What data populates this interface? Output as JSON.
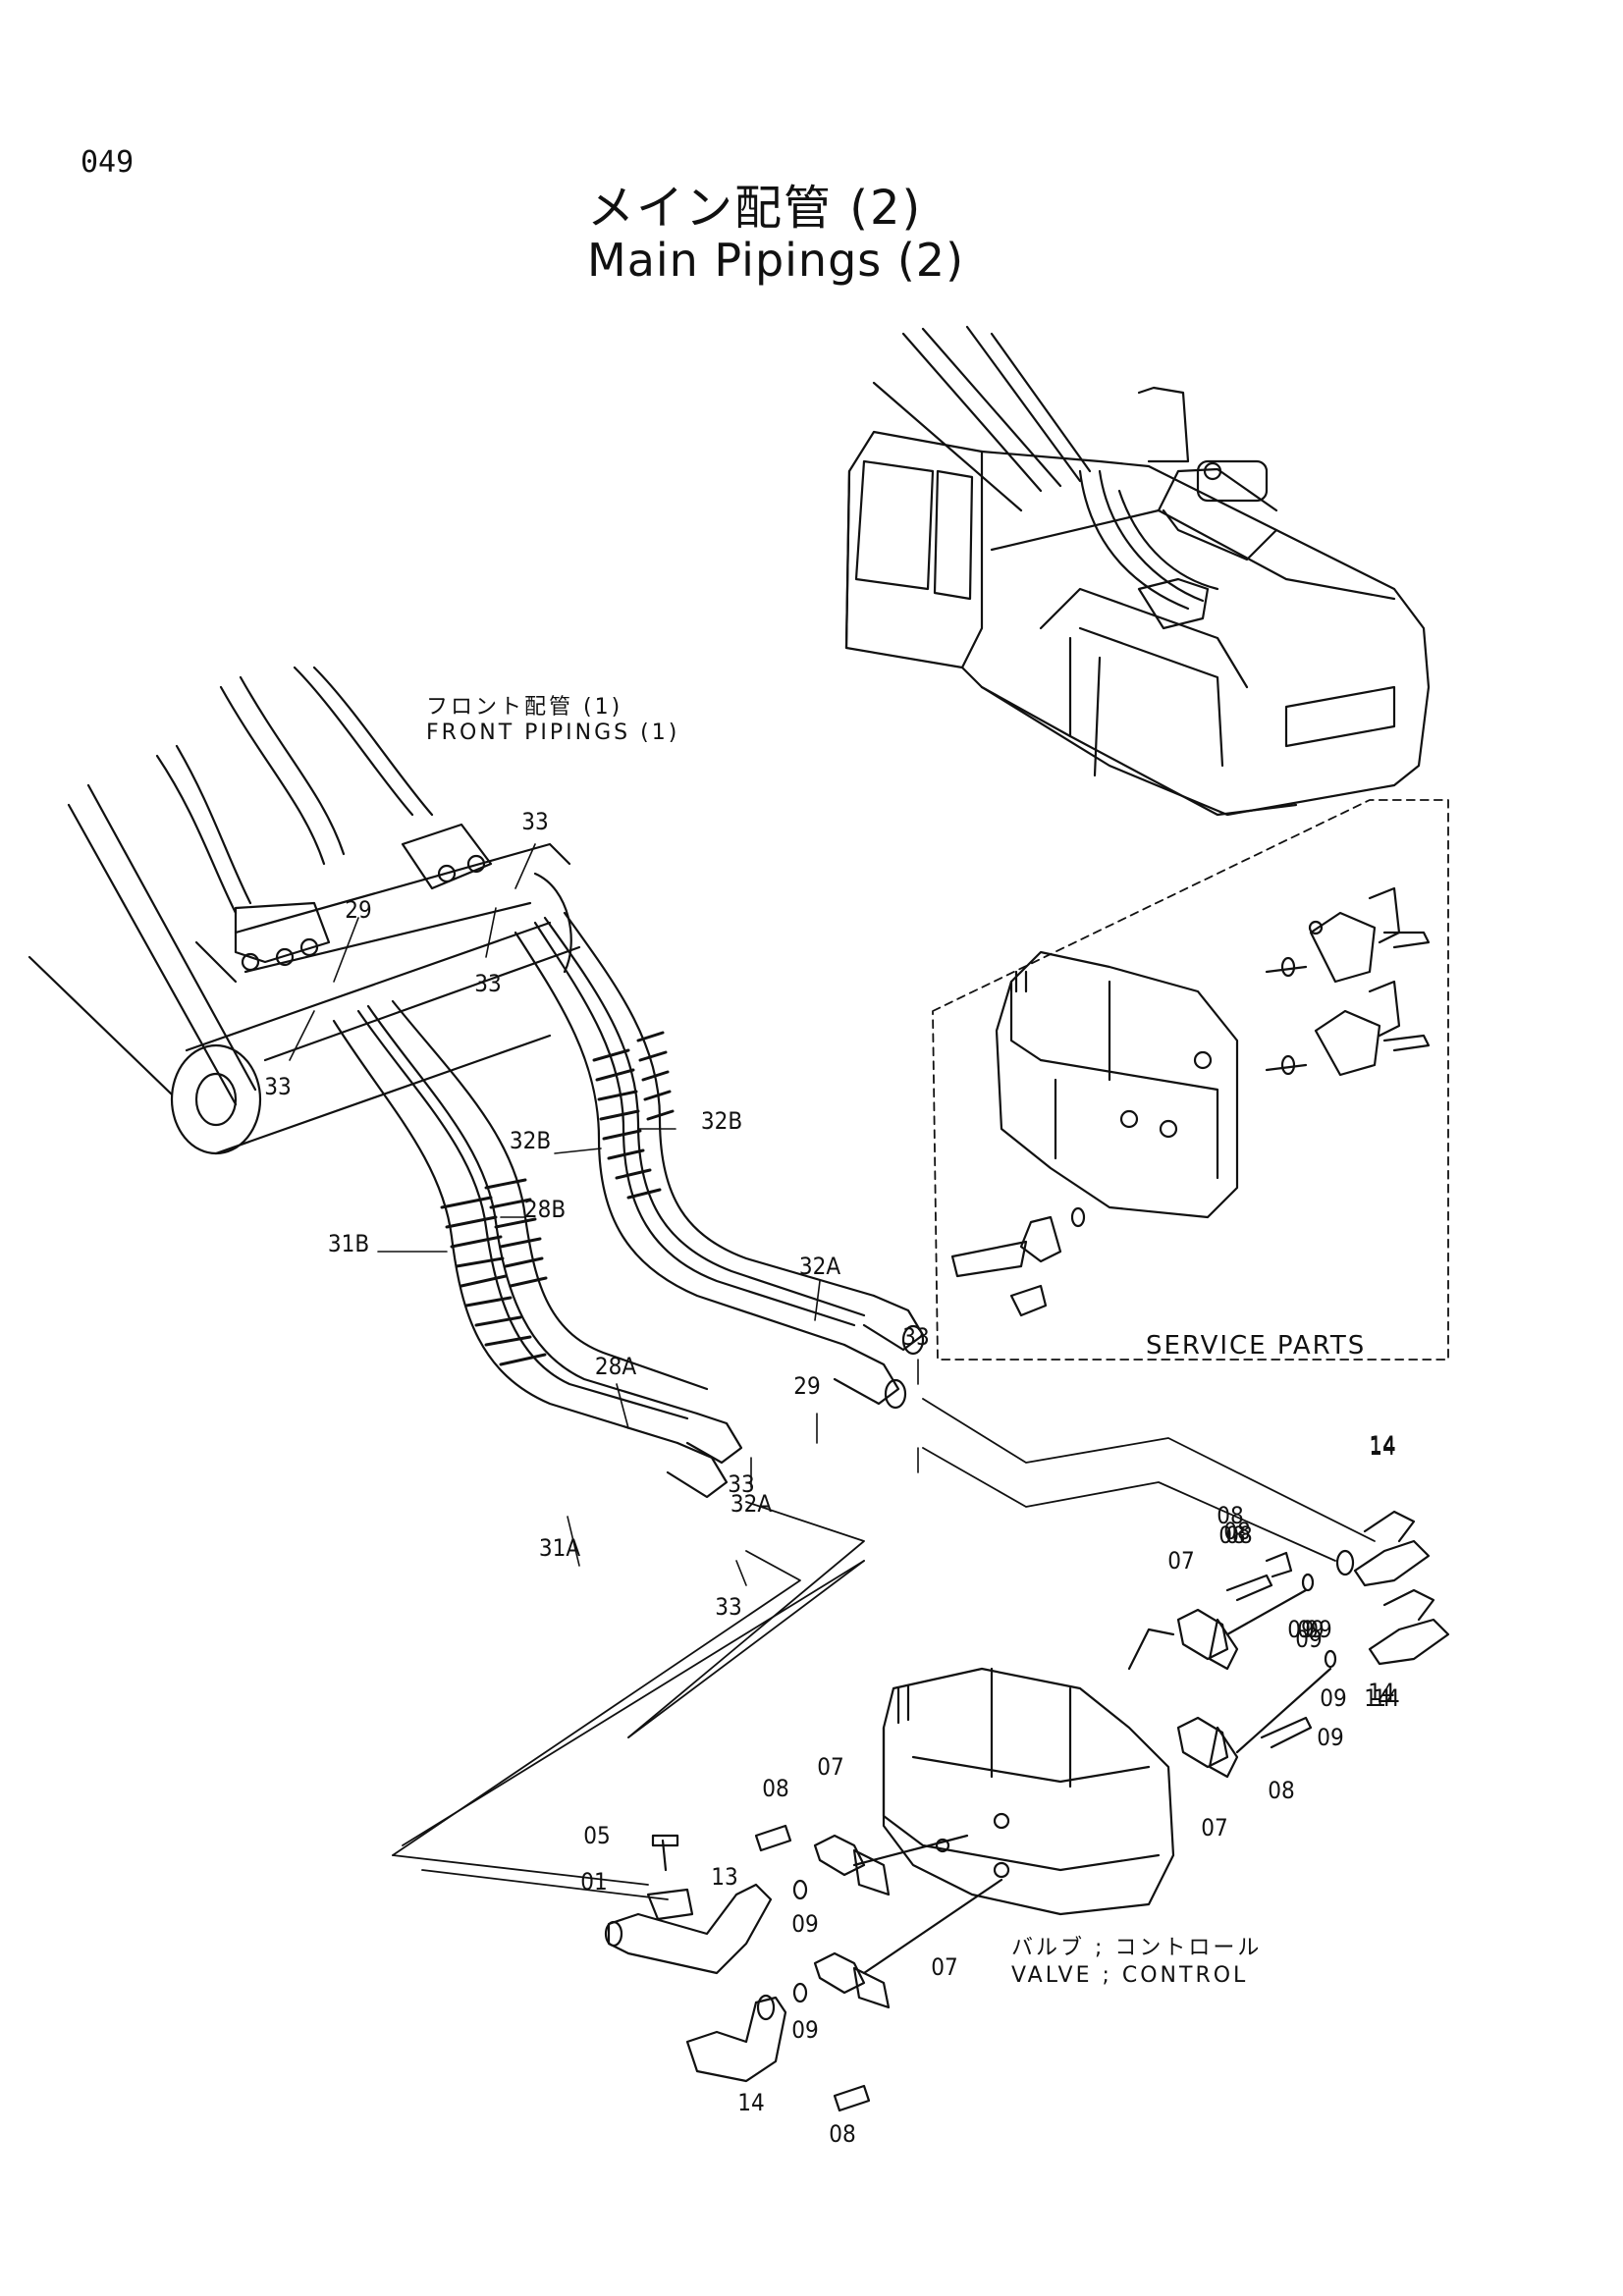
{
  "page_number": "049",
  "title": {
    "japanese": "メイン配管 (2)",
    "english": "Main Pipings (2)"
  },
  "notes": {
    "front_jp": "フロント配管 (1)",
    "front_en": "FRONT PIPINGS (1)",
    "service_parts": "SERVICE PARTS",
    "valve_jp": "バルブ ; コントロール",
    "valve_en": "VALVE ; CONTROL"
  },
  "callouts": [
    "33",
    "29",
    "33",
    "33",
    "32B",
    "32B",
    "28B",
    "31B",
    "32A",
    "33",
    "28A",
    "29",
    "32A",
    "33",
    "31A",
    "33",
    "14",
    "08",
    "09",
    "09",
    "14",
    "08",
    "09",
    "14",
    "08",
    "14",
    "07",
    "08",
    "09",
    "09",
    "14",
    "09",
    "08",
    "07",
    "08",
    "07",
    "05",
    "13",
    "01",
    "09",
    "07",
    "09",
    "14",
    "08"
  ]
}
